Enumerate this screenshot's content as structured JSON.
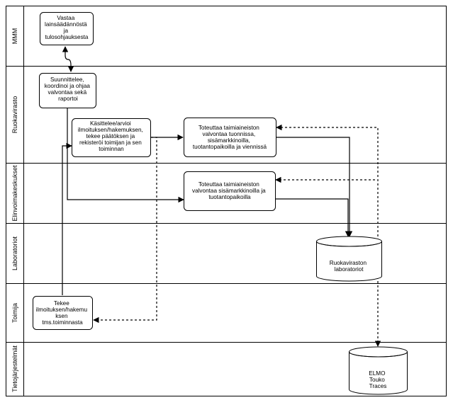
{
  "lanes": [
    {
      "label": "MMM"
    },
    {
      "label": "Ruokavirasto"
    },
    {
      "label": "Elinvoimakeskukset"
    },
    {
      "label": "Laboratoriot"
    },
    {
      "label": "Toimija"
    },
    {
      "label": "Tietojärjestelmät"
    }
  ],
  "boxes": {
    "mmm": {
      "lines": [
        "Vastaa",
        "lainsäädännöstä",
        "ja",
        "tulosohjauksesta"
      ]
    },
    "suunnittelee": {
      "lines": [
        "Suunnittelee,",
        "koordinoi ja ohjaa",
        "valvontaa sekä",
        "raportoi"
      ]
    },
    "kasittelee": {
      "lines": [
        "Käsittelee/arvioi",
        "ilmoituksen/hakemuksen,",
        "tekee päätöksen ja",
        "rekisteröi toimijan ja sen",
        "toiminnan"
      ]
    },
    "toteuttaa1": {
      "lines": [
        "Toteuttaa taimiaineiston",
        "valvontaa tuonnissa,",
        "sisämarkkinoilla,",
        "tuotantopaikoilla ja viennissä"
      ]
    },
    "toteuttaa2": {
      "lines": [
        "Toteuttaa taimiaineiston",
        "valvontaa sisämarkkinoilla ja",
        "tuotantopaikoilla"
      ]
    },
    "tekee": {
      "lines": [
        "Tekee",
        "ilmoituksen/hakemu",
        "ksen",
        "tms.toiminnasta"
      ]
    }
  },
  "databases": {
    "lab": {
      "lines": [
        "Ruokaviraston",
        "laboratoriot"
      ]
    },
    "elmo": {
      "lines": [
        "ELMO",
        "Touko",
        "Traces"
      ]
    }
  }
}
